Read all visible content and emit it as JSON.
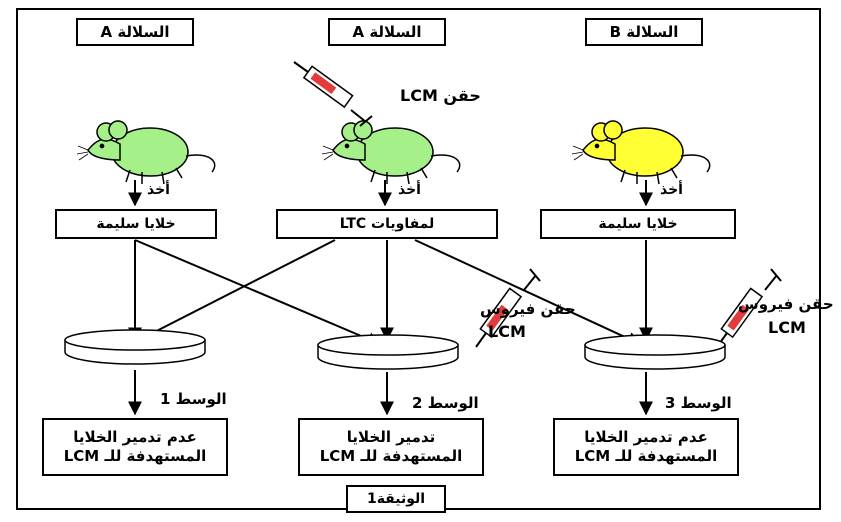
{
  "strains": [
    "السلالة A",
    "السلالة A",
    "السلالة B"
  ],
  "injection_label": "حقن LCM",
  "take_label": "أخذ",
  "cells": [
    "خلايا سليمة",
    "لمفاويات LTC",
    "خلايا سليمة"
  ],
  "virus_injection": [
    "حقن فيروس",
    "LCM"
  ],
  "media": [
    "الوسط 1",
    "الوسط 2",
    "الوسط 3"
  ],
  "results": [
    {
      "line1": "عدم تدمير الخلايا",
      "line2": "المستهدفة للـ LCM"
    },
    {
      "line1": "تدمير الخلايا",
      "line2": "المستهدفة للـ LCM"
    },
    {
      "line1": "عدم تدمير الخلايا",
      "line2": "المستهدفة للـ LCM"
    }
  ],
  "caption": "الوثيقة1",
  "colors": {
    "mouse_green": "#a6f08a",
    "mouse_yellow": "#ffff33",
    "syringe_liquid": "#e23b3b"
  }
}
